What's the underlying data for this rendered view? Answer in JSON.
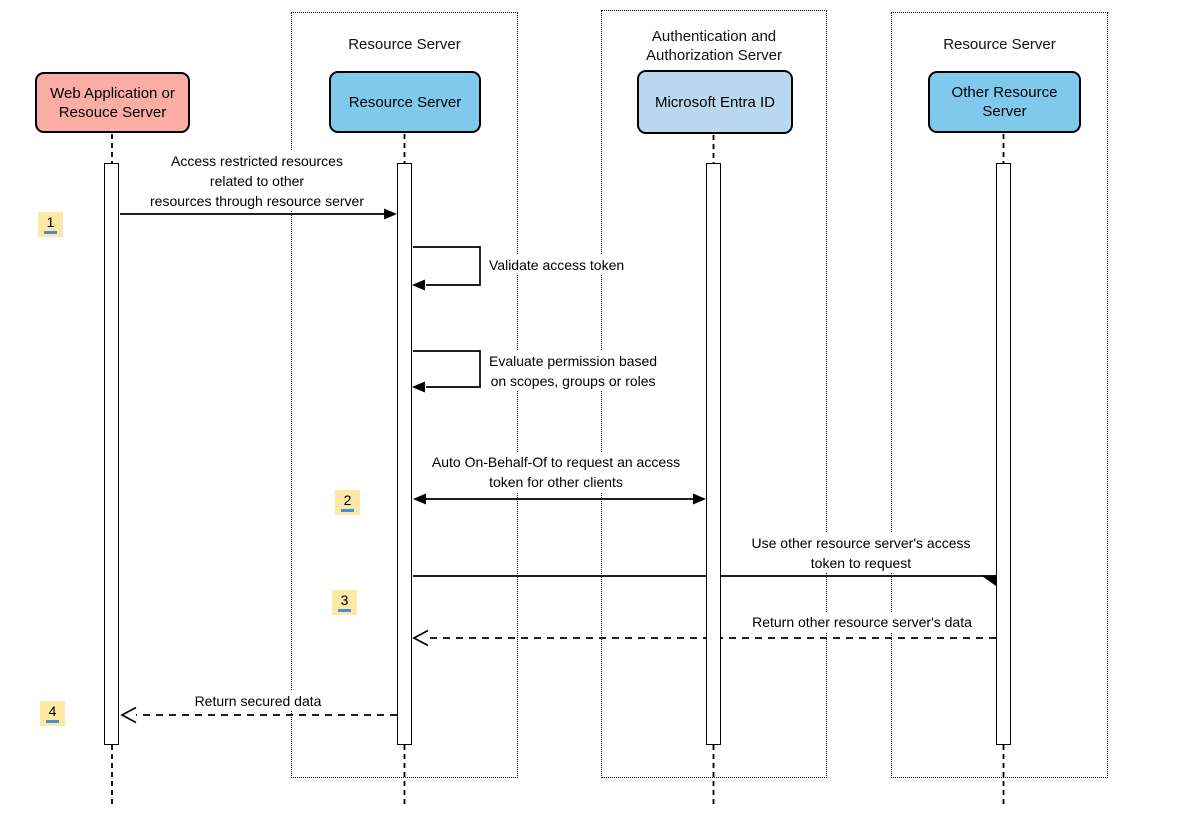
{
  "diagram": {
    "type": "uml-sequence",
    "background": "#ffffff",
    "colors": {
      "actor_salmon": "#F9ADA5",
      "actor_sky_blue": "#7EC9EC",
      "actor_light_blue": "#BBD8F1",
      "badge_yellow": "#FCE9A6",
      "badge_underline_blue": "#4A8CD9",
      "line_black": "#000000"
    },
    "groups": [
      {
        "title": "Resource Server"
      },
      {
        "title": "Authentication and\nAuthorization Server"
      },
      {
        "title": "Resource Server"
      }
    ],
    "actors": [
      {
        "label": "Web Application or\nResouce Server"
      },
      {
        "label": "Resource Server"
      },
      {
        "label": "Microsoft Entra ID"
      },
      {
        "label": "Other Resource\nServer"
      }
    ],
    "steps": [
      {
        "number": "1"
      },
      {
        "number": "2"
      },
      {
        "number": "3"
      },
      {
        "number": "4"
      }
    ],
    "messages": [
      {
        "text": "Access restricted resources\nrelated to other\nresources through resource server",
        "style": "solid-filled-arrow"
      },
      {
        "text": "Validate access token",
        "style": "self-loop"
      },
      {
        "text": "Evaluate permission based\non scopes, groups or roles",
        "style": "self-loop"
      },
      {
        "text": "Auto On-Behalf-Of to request an access\ntoken for other clients",
        "style": "solid-double-arrow"
      },
      {
        "text": "Use other resource server's access\ntoken to request",
        "style": "solid-async-arrow"
      },
      {
        "text": "Return other resource server's data",
        "style": "dashed-return-arrow"
      },
      {
        "text": "Return secured data",
        "style": "dashed-return-arrow"
      }
    ]
  }
}
